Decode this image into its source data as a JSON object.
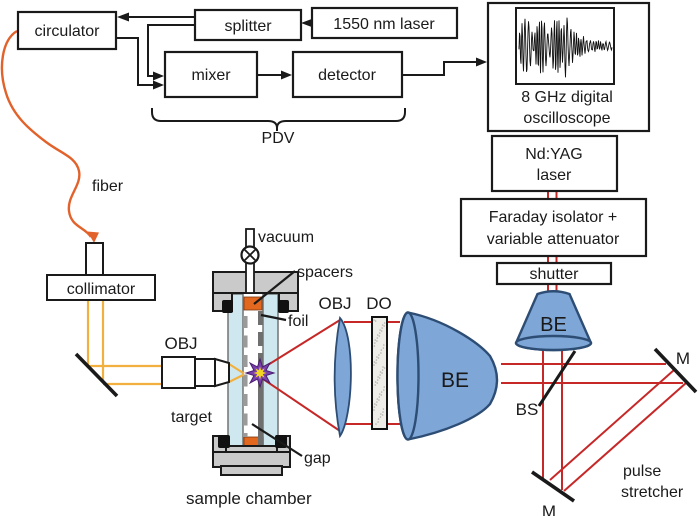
{
  "boxes": {
    "circulator": "circulator",
    "splitter": "splitter",
    "laser_1550": "1550 nm laser",
    "mixer": "mixer",
    "detector": "detector",
    "oscilloscope": {
      "line1": "8 GHz digital",
      "line2": "oscilloscope"
    },
    "nd_yag": {
      "line1": "Nd:YAG",
      "line2": "laser"
    },
    "faraday": {
      "line1": "Faraday isolator +",
      "line2": "variable attenuator"
    },
    "shutter": "shutter",
    "collimator": "collimator"
  },
  "labels": {
    "pdv": "PDV",
    "fiber": "fiber",
    "obj_probe": "OBJ",
    "obj_collection": "OBJ",
    "do": "DO",
    "be_small": "BE",
    "be_large": "BE",
    "bs": "BS",
    "mirror_right": "M",
    "mirror_bottom": "M",
    "pulse_stretcher": {
      "line1": "pulse",
      "line2": "stretcher"
    },
    "vacuum": "vacuum",
    "spacers": "spacers",
    "foil": "foil",
    "target": "target",
    "gap": "gap",
    "sample_chamber": "sample chamber"
  },
  "icons": {
    "oscilloscope_screen": "pdv-beat-waveform-icon",
    "valve": "vacuum-valve-icon",
    "flash": "ablation-flash-star-icon"
  },
  "colors": {
    "beam_red": "#c62828",
    "beam_yellow": "#f2b13e",
    "fiber_orange": "#e2622b",
    "optic_blue_fill": "#7ea6d6",
    "optic_blue_stroke": "#2d4d74",
    "window_blue": "#cfe8f0",
    "spacer_orange": "#e2671f",
    "flange_gray": "#cacaca",
    "target_gray": "#6f6f6f",
    "star_purple": "#7a3fae",
    "star_yellow": "#f2d423"
  }
}
